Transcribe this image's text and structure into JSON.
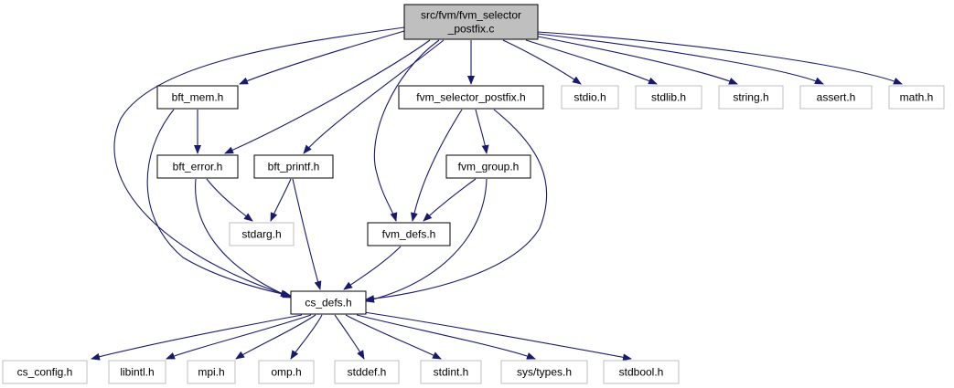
{
  "diagram": {
    "colors": {
      "edge": "#191970",
      "root_fill": "#bfbfbf",
      "node_fill": "#ffffff",
      "node_stroke": "#000000",
      "external_stroke": "#bfbfbf"
    },
    "nodes": [
      {
        "id": "root",
        "kind": "root",
        "lines": [
          "src/fvm/fvm_selector",
          "_postfix.c"
        ]
      },
      {
        "id": "bft_mem",
        "kind": "local",
        "lines": [
          "bft_mem.h"
        ]
      },
      {
        "id": "fvm_sel_h",
        "kind": "local",
        "lines": [
          "fvm_selector_postfix.h"
        ]
      },
      {
        "id": "stdio",
        "kind": "external",
        "lines": [
          "stdio.h"
        ]
      },
      {
        "id": "stdlib",
        "kind": "external",
        "lines": [
          "stdlib.h"
        ]
      },
      {
        "id": "string",
        "kind": "external",
        "lines": [
          "string.h"
        ]
      },
      {
        "id": "assert",
        "kind": "external",
        "lines": [
          "assert.h"
        ]
      },
      {
        "id": "math",
        "kind": "external",
        "lines": [
          "math.h"
        ]
      },
      {
        "id": "bft_error",
        "kind": "local",
        "lines": [
          "bft_error.h"
        ]
      },
      {
        "id": "bft_printf",
        "kind": "local",
        "lines": [
          "bft_printf.h"
        ]
      },
      {
        "id": "fvm_group",
        "kind": "local",
        "lines": [
          "fvm_group.h"
        ]
      },
      {
        "id": "stdarg",
        "kind": "external",
        "lines": [
          "stdarg.h"
        ]
      },
      {
        "id": "fvm_defs",
        "kind": "local",
        "lines": [
          "fvm_defs.h"
        ]
      },
      {
        "id": "cs_defs",
        "kind": "local",
        "lines": [
          "cs_defs.h"
        ]
      },
      {
        "id": "cs_config",
        "kind": "external",
        "lines": [
          "cs_config.h"
        ]
      },
      {
        "id": "libintl",
        "kind": "external",
        "lines": [
          "libintl.h"
        ]
      },
      {
        "id": "mpi",
        "kind": "external",
        "lines": [
          "mpi.h"
        ]
      },
      {
        "id": "omp",
        "kind": "external",
        "lines": [
          "omp.h"
        ]
      },
      {
        "id": "stddef",
        "kind": "external",
        "lines": [
          "stddef.h"
        ]
      },
      {
        "id": "stdint",
        "kind": "external",
        "lines": [
          "stdint.h"
        ]
      },
      {
        "id": "systypes",
        "kind": "external",
        "lines": [
          "sys/types.h"
        ]
      },
      {
        "id": "stdbool",
        "kind": "external",
        "lines": [
          "stdbool.h"
        ]
      }
    ],
    "edges": [
      {
        "from": "root",
        "to": "bft_mem"
      },
      {
        "from": "root",
        "to": "fvm_sel_h"
      },
      {
        "from": "root",
        "to": "stdio"
      },
      {
        "from": "root",
        "to": "stdlib"
      },
      {
        "from": "root",
        "to": "string"
      },
      {
        "from": "root",
        "to": "assert"
      },
      {
        "from": "root",
        "to": "math"
      },
      {
        "from": "root",
        "to": "bft_error"
      },
      {
        "from": "root",
        "to": "bft_printf"
      },
      {
        "from": "root",
        "to": "fvm_defs"
      },
      {
        "from": "root",
        "to": "cs_defs"
      },
      {
        "from": "bft_mem",
        "to": "bft_error"
      },
      {
        "from": "bft_mem",
        "to": "cs_defs"
      },
      {
        "from": "bft_error",
        "to": "stdarg"
      },
      {
        "from": "bft_error",
        "to": "cs_defs"
      },
      {
        "from": "bft_printf",
        "to": "stdarg"
      },
      {
        "from": "bft_printf",
        "to": "cs_defs"
      },
      {
        "from": "fvm_sel_h",
        "to": "fvm_group"
      },
      {
        "from": "fvm_sel_h",
        "to": "fvm_defs"
      },
      {
        "from": "fvm_sel_h",
        "to": "cs_defs"
      },
      {
        "from": "fvm_group",
        "to": "fvm_defs"
      },
      {
        "from": "fvm_group",
        "to": "cs_defs"
      },
      {
        "from": "fvm_defs",
        "to": "cs_defs"
      },
      {
        "from": "cs_defs",
        "to": "cs_config"
      },
      {
        "from": "cs_defs",
        "to": "libintl"
      },
      {
        "from": "cs_defs",
        "to": "mpi"
      },
      {
        "from": "cs_defs",
        "to": "omp"
      },
      {
        "from": "cs_defs",
        "to": "stddef"
      },
      {
        "from": "cs_defs",
        "to": "stdint"
      },
      {
        "from": "cs_defs",
        "to": "systypes"
      },
      {
        "from": "cs_defs",
        "to": "stdbool"
      }
    ]
  }
}
